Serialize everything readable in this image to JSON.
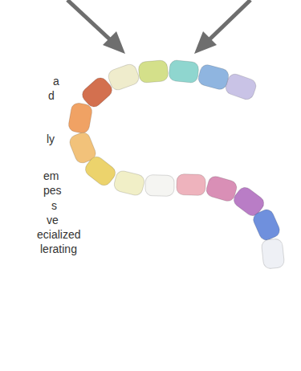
{
  "diagram": {
    "labels": [
      "a",
      "d",
      "ly",
      "em",
      "pes",
      "s",
      "ve",
      "ecialized",
      "lerating"
    ]
  }
}
